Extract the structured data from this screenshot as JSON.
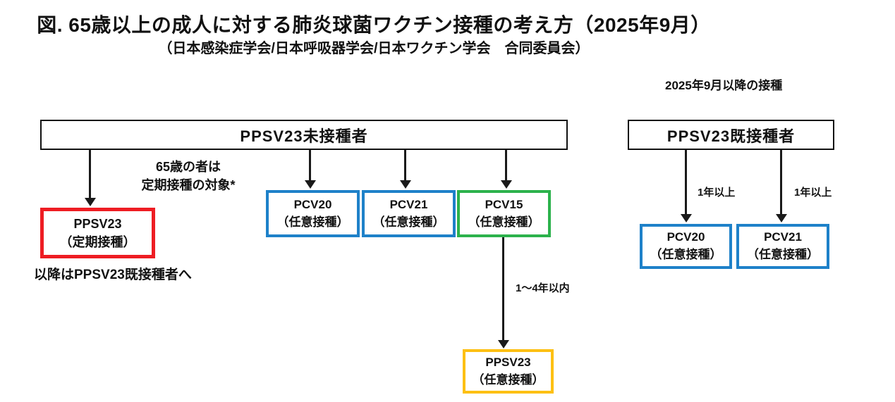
{
  "header": {
    "title": "図. 65歳以上の成人に対する肺炎球菌ワクチン接種の考え方（2025年9月）",
    "subtitle": "（日本感染症学会/日本呼吸器学会/日本ワクチン学会　合同委員会）"
  },
  "right_note": "2025年9月以降の接種",
  "colors": {
    "red": "#EE1D23",
    "blue": "#1E81C9",
    "green": "#2CB24C",
    "yellow": "#FDC013",
    "black": "#111111"
  },
  "unvaccinated": {
    "header": "PPSV23未接種者",
    "note_65": {
      "line1": "65歳の者は",
      "line2": "定期接種の対象*"
    },
    "routine_box": {
      "name": "PPSV23",
      "type": "（定期接種）",
      "border": "red"
    },
    "after_note": "以降はPPSV23既接種者へ",
    "options": [
      {
        "name": "PCV20",
        "type": "（任意接種）",
        "border": "blue"
      },
      {
        "name": "PCV21",
        "type": "（任意接種）",
        "border": "blue"
      },
      {
        "name": "PCV15",
        "type": "（任意接種）",
        "border": "green"
      }
    ],
    "interval_label": "1～4年以内",
    "optional_box": {
      "name": "PPSV23",
      "type": "（任意接種）",
      "border": "yellow"
    }
  },
  "vaccinated": {
    "header": "PPSV23既接種者",
    "arrows": [
      {
        "label": "1年以上"
      },
      {
        "label": "1年以上"
      }
    ],
    "options": [
      {
        "name": "PCV20",
        "type": "（任意接種）",
        "border": "blue"
      },
      {
        "name": "PCV21",
        "type": "（任意接種）",
        "border": "blue"
      }
    ]
  }
}
